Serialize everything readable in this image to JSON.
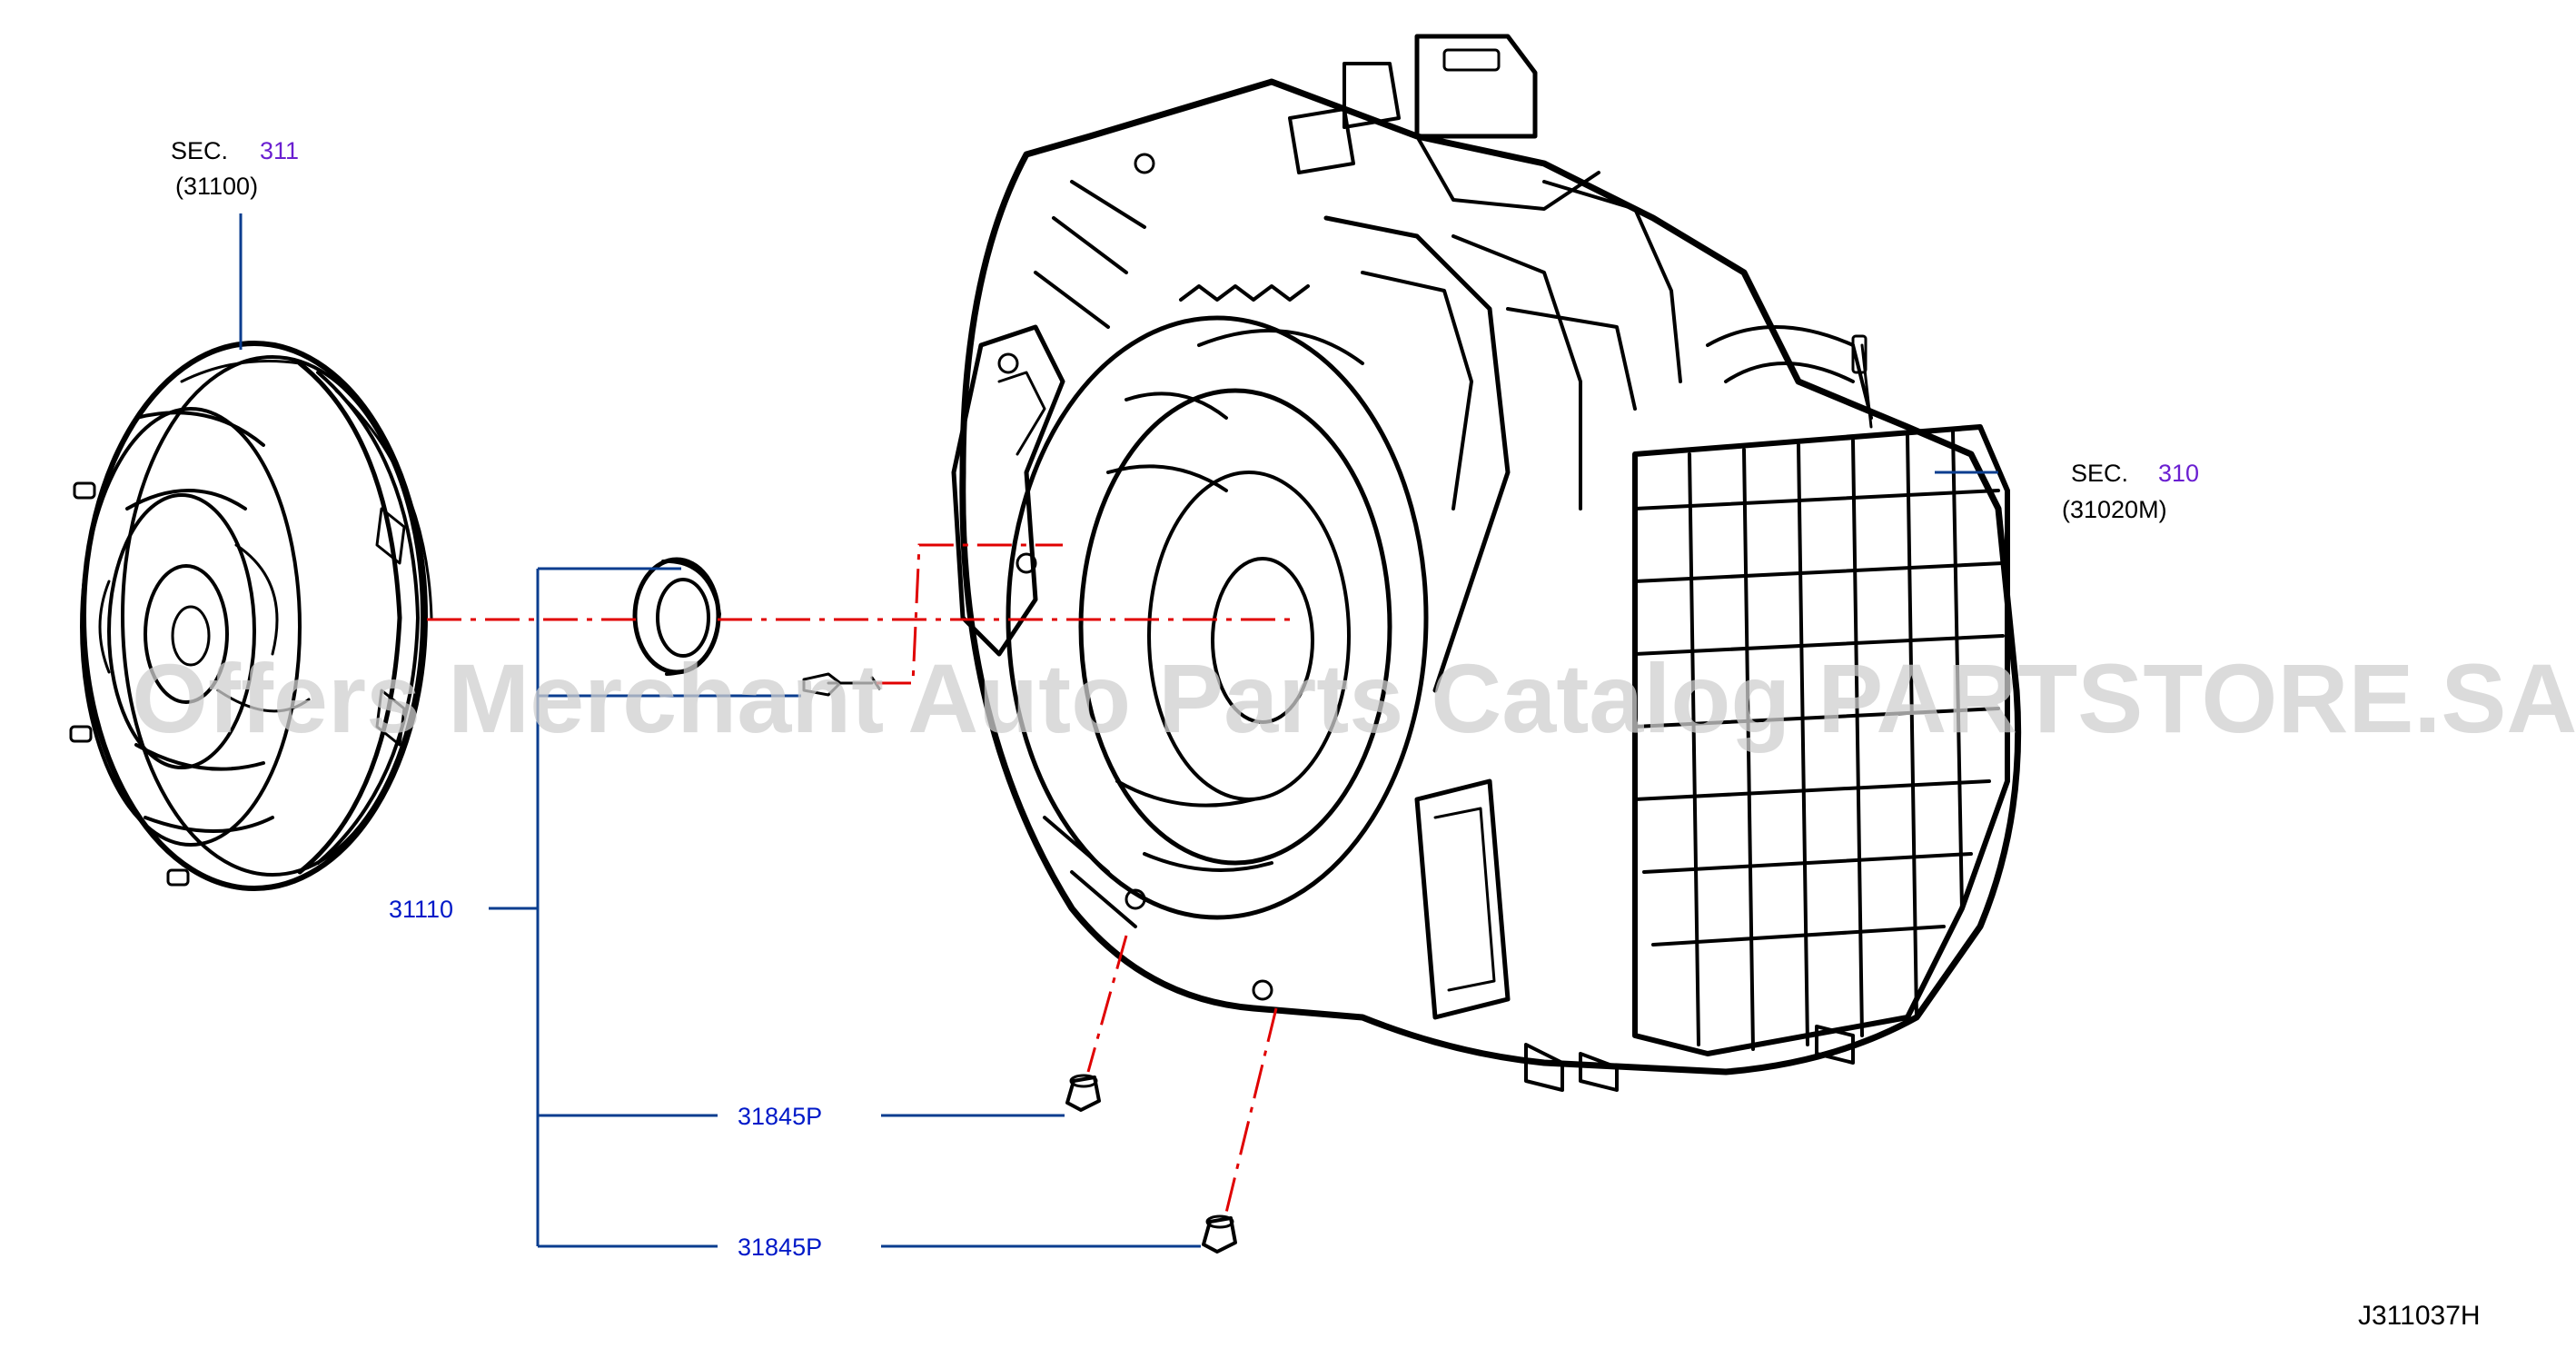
{
  "labels": {
    "sec311_prefix": "SEC.",
    "sec311_number": "311",
    "sec311_part": "(31100)",
    "sec310_prefix": "SEC.",
    "sec310_number": "310",
    "sec310_part": "(31020M)",
    "part_31110": "31110",
    "part_31845p_a": "31845P",
    "part_31845p_b": "31845P",
    "diagram_id": "J311037H"
  },
  "watermark": "Offers Merchant Auto Parts Catalog PARTSTORE.SA",
  "colors": {
    "line_art": "#000000",
    "part_number": "#0019c8",
    "section_number": "#6a1fd1",
    "leader_line": "#0a3d8f",
    "center_line": "#e00000",
    "watermark": "#cfcfcf"
  }
}
